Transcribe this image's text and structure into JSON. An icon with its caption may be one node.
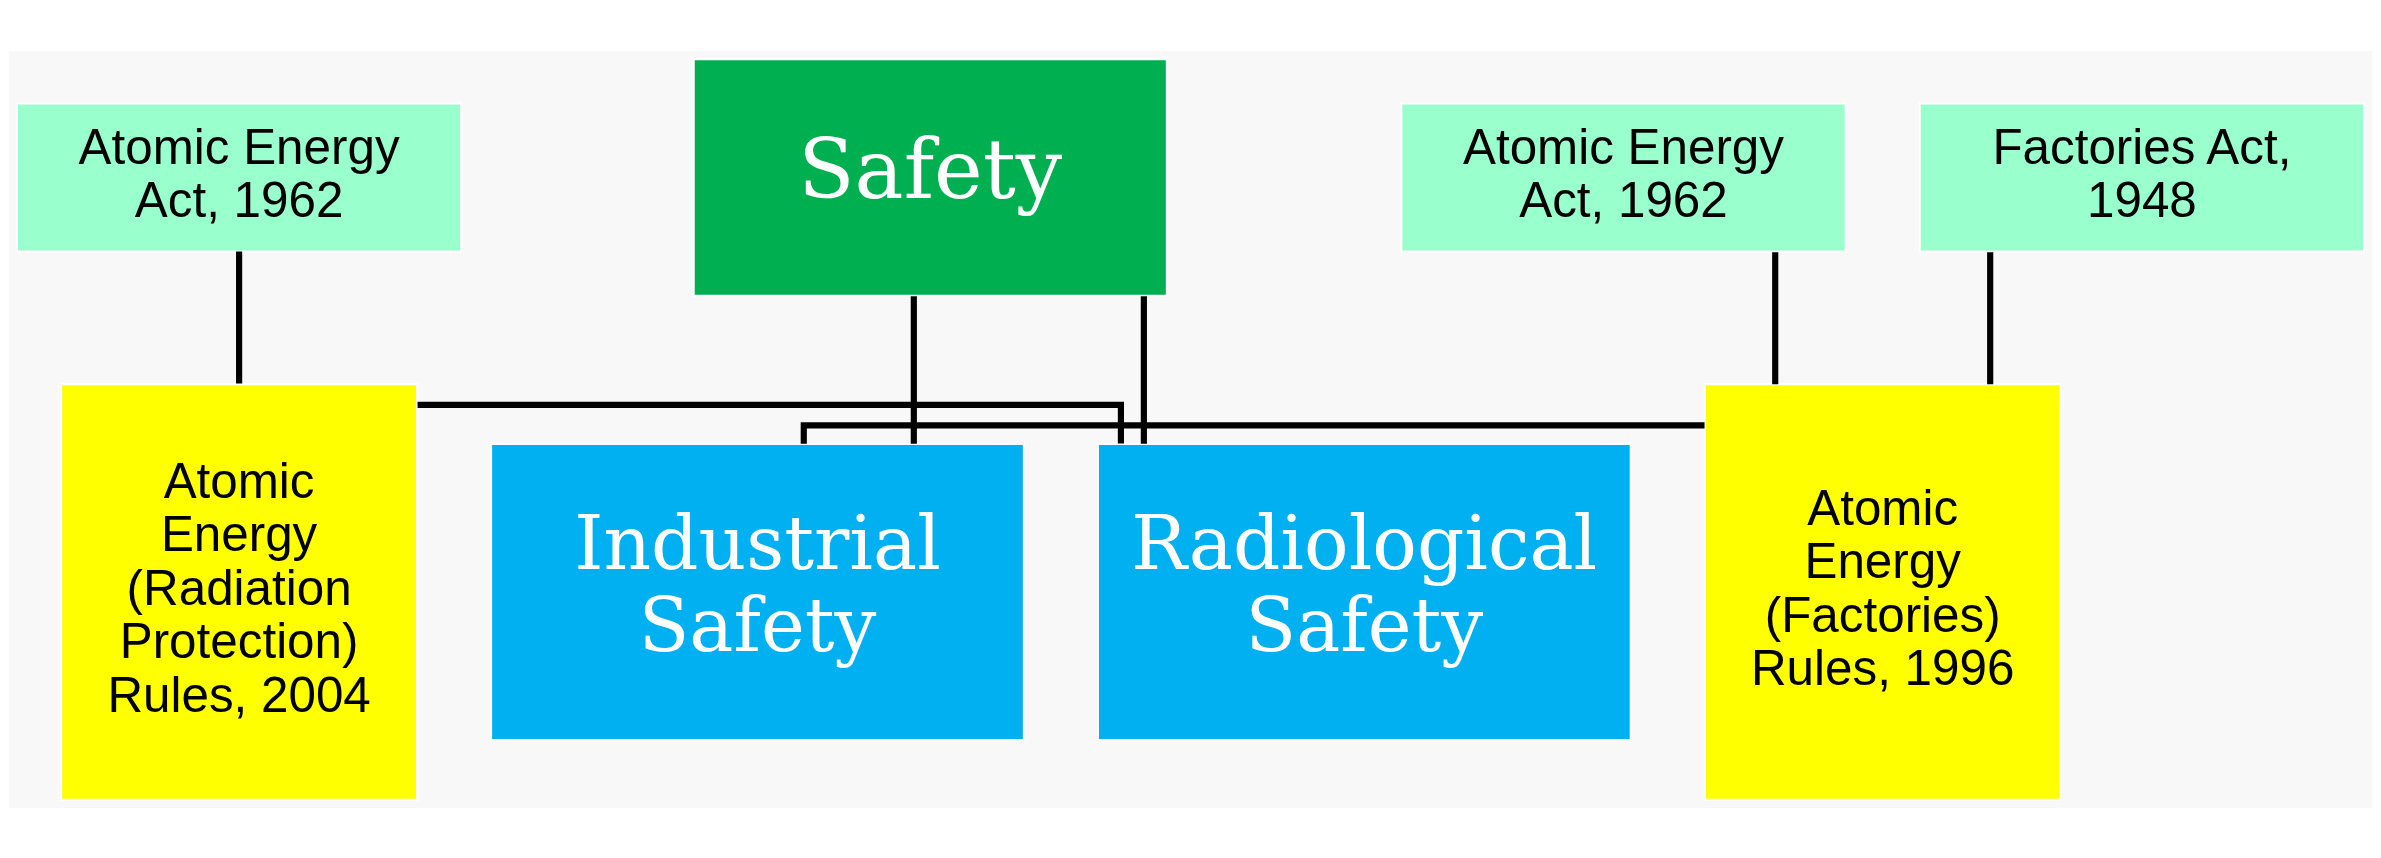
{
  "diagram": {
    "nodes": [
      {
        "text": [
          "Safety"
        ]
      },
      {
        "text": [
          "Radiological Safety"
        ]
      },
      {
        "text": [
          "Industrial Safety"
        ]
      },
      {
        "text": [
          "Atomic Energy Act, 1962"
        ]
      },
      {
        "text": [
          "Atomic Energy (Radiation Protection) Rules, 2004"
        ]
      },
      {
        "text": [
          "Atomic Energy Act, 1962"
        ]
      },
      {
        "text": [
          "Factories Act, 1948"
        ]
      },
      {
        "text": [
          "Atomic Energy (Factories) Rules, 1996"
        ]
      }
    ],
    "edges": [
      {
        "from": 0,
        "to": 1,
        "arrow": "none"
      },
      {
        "from": 0,
        "to": 2,
        "arrow": "none"
      },
      {
        "from": 3,
        "to": 4,
        "arrow": "none"
      },
      {
        "from": 4,
        "to": 1,
        "arrow": "none"
      },
      {
        "from": 2,
        "to": 7,
        "arrow": "none"
      },
      {
        "from": 7,
        "to": 5,
        "arrow": "none"
      },
      {
        "from": 7,
        "to": 6,
        "arrow": "none"
      }
    ]
  }
}
